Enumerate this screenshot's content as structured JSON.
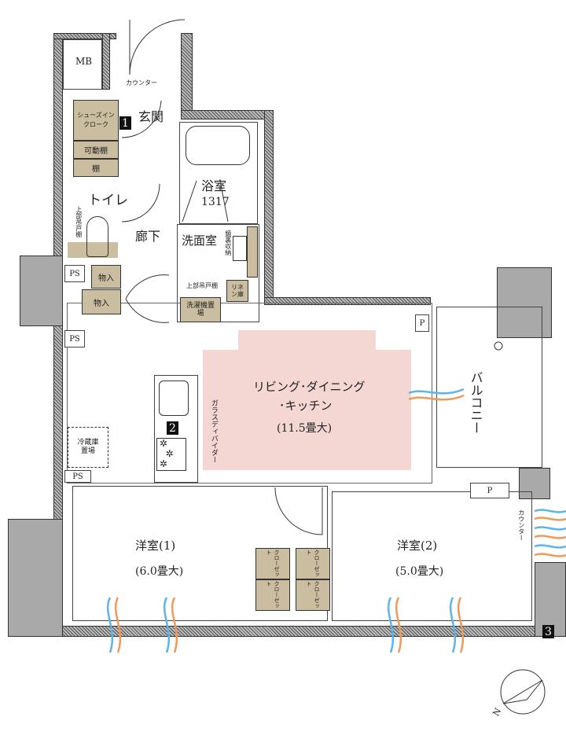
{
  "labels": {
    "mb": "MB",
    "counter_top": "カウンター",
    "shoe_closet": "シューズインクローク",
    "badge_1": "1",
    "entrance": "玄関",
    "movable_shelf": "可動棚",
    "shelf": "棚",
    "toilet": "トイレ",
    "toilet_cabinet": "上部吊戸棚",
    "hallway": "廊下",
    "bathroom": "浴室",
    "bath_size": "1317",
    "washroom": "洗面室",
    "mirror_storage": "鏡裏収納",
    "wash_cabinet": "上部吊戸棚",
    "washer_space": "洗濯機置場",
    "linen": "リネン庫",
    "storage_1": "物入",
    "storage_2": "物入",
    "ps_1": "PS",
    "ps_2": "PS",
    "ps_3": "PS",
    "p_1": "P",
    "p_2": "P",
    "fridge_space": "冷蔵庫置場",
    "badge_2": "2",
    "glass_divider": "ガラスディバイダー",
    "ldk_line1": "リビング･ダイニング",
    "ldk_line2": "･キッチン",
    "ldk_size": "(11.5畳大)",
    "balcony": "バルコニー",
    "room1": "洋室(1)",
    "room1_size": "(6.0畳大)",
    "room2": "洋室(2)",
    "room2_size": "(5.0畳大)",
    "closet_1": "クローゼット",
    "closet_2": "クローゼット",
    "closet_3": "クローゼット",
    "closet_4": "クローゼット",
    "counter_right": "カウンター",
    "badge_3": "3",
    "north": "N"
  },
  "colors": {
    "storage": "#cbbd9f",
    "ldk": "#f4d6d3",
    "wind_blue": "#5fb4e6",
    "wind_orange": "#ef9a5a"
  }
}
